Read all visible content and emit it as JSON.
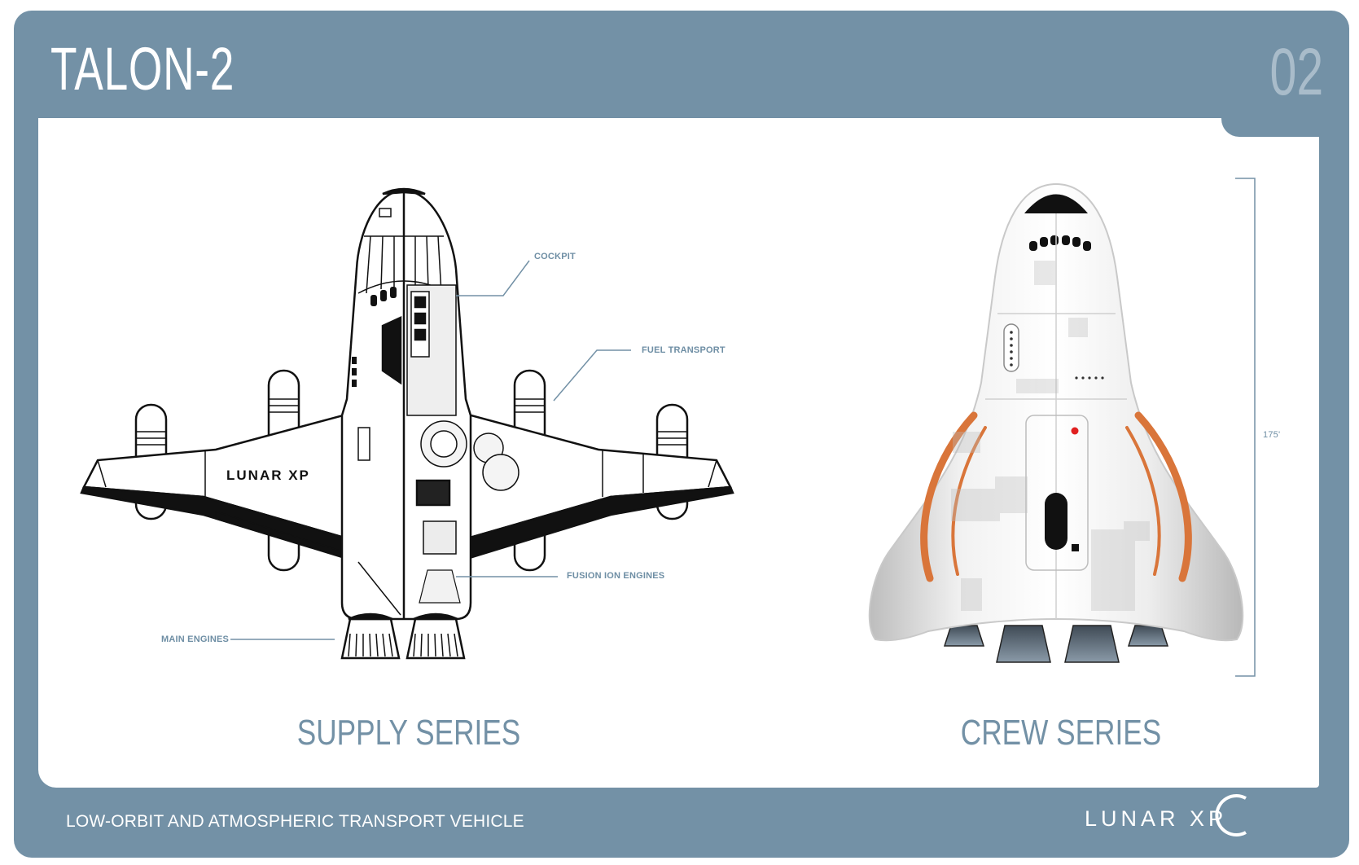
{
  "header": {
    "title": "TALON-2",
    "page_number": "02"
  },
  "supply": {
    "series_label": "SUPPLY SERIES",
    "brand": "LUNAR XP",
    "callouts": {
      "cockpit": "COCKPIT",
      "fuel_transport": "FUEL TRANSPORT",
      "fusion_ion_engines": "FUSION ION ENGINES",
      "main_engines": "MAIN ENGINES"
    }
  },
  "crew": {
    "series_label": "CREW SERIES",
    "height_label": "175'"
  },
  "footer": {
    "subtitle": "LOW-ORBIT AND ATMOSPHERIC TRANSPORT VEHICLE",
    "logo": "LUNAR XP"
  },
  "colors": {
    "frame": "#7391a6",
    "accent_orange": "#d9753a",
    "red_light": "#e02020"
  }
}
